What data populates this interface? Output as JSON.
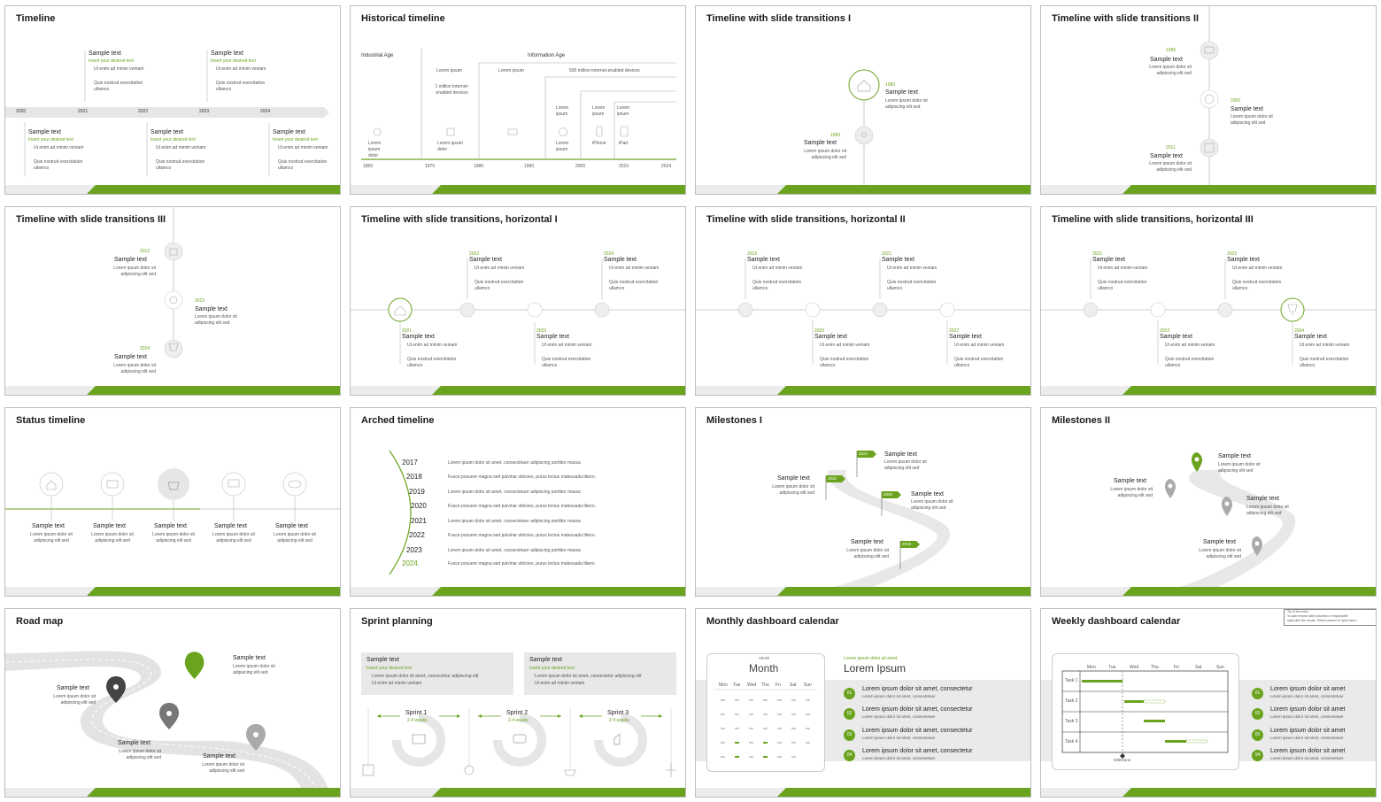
{
  "colors": {
    "accent": "#6aa31d",
    "gray": "#ececec",
    "line": "#bbbbbb"
  },
  "sample": {
    "title": "Sample text",
    "green_sub": "Insert your desired text",
    "bullet1": "Ut enim ad minim veniam",
    "bullet2": "Quis nostrud exercitation ullamco",
    "lorem_short": "Lorem ipsum dolor sit adipiscing elit sed",
    "lorem_item": "Lorem ipsum dolor sit amet, consectetur"
  },
  "slides": [
    {
      "title": "Timeline",
      "years": [
        "2020",
        "2021",
        "2022",
        "2023",
        "2024"
      ]
    },
    {
      "title": "Historical timeline",
      "ages": [
        "Industrial Age",
        "Information Age"
      ],
      "years": [
        "1850",
        "1970",
        "1980",
        "1990",
        "2000",
        "2010",
        "2024"
      ],
      "labels": [
        "Lorem ipsum",
        "1 million internet-enabled devices",
        "Lorem ipsum",
        "500 million internet-enabled devices",
        "Lorem ipsum",
        "Lorem ipsum",
        "Lorem ipsum",
        "Lorem ipsum dolor",
        "Lorem ipsum dolor",
        "Lorem ipsum",
        "iPhone",
        "iPad"
      ]
    },
    {
      "title": "Timeline with slide transitions I",
      "years": [
        "1980",
        "1990"
      ]
    },
    {
      "title": "Timeline with slide transitions II",
      "years": [
        "1995",
        "2002",
        "2011"
      ]
    },
    {
      "title": "Timeline with slide transitions III",
      "years": [
        "2012",
        "2015",
        "2024"
      ]
    },
    {
      "title": "Timeline with slide transitions, horizontal I",
      "years": [
        "2021",
        "2022",
        "2023",
        "2024"
      ]
    },
    {
      "title": "Timeline with slide transitions, horizontal II",
      "years": [
        "2019",
        "2020",
        "2021",
        "2022"
      ]
    },
    {
      "title": "Timeline with slide transitions, horizontal III",
      "years": [
        "2021",
        "2022",
        "2023",
        "2024"
      ]
    },
    {
      "title": "Status timeline"
    },
    {
      "title": "Arched timeline",
      "rows": [
        {
          "year": "2017",
          "text": "Lorem ipsum dolor sit amet, consectetuer adipiscing porttitor massa"
        },
        {
          "year": "2018",
          "text": "Fusce posuere magna sed pulvinar ultricies, purus lectus malesuada libero."
        },
        {
          "year": "2019",
          "text": "Lorem ipsum dolor sit amet, consectetuer adipiscing porttitor massa"
        },
        {
          "year": "2020",
          "text": "Fusce posuere magna sed pulvinar ultricies, purus lectus malesuada libero."
        },
        {
          "year": "2021",
          "text": "Lorem ipsum dolor sit amet, consectetuer adipiscing porttitor massa"
        },
        {
          "year": "2022",
          "text": "Fusce posuere magna sed pulvinar ultricies, purus lectus malesuada libero."
        },
        {
          "year": "2023",
          "text": "Lorem ipsum dolor sit amet, consectetuer adipiscing porttitor massa"
        },
        {
          "year": "2024",
          "text": "Fusce posuere magna sed pulvinar ultricies, purus lectus malesuada libero"
        }
      ]
    },
    {
      "title": "Milestones I",
      "flags": [
        "2024",
        "2022",
        "2020",
        "2018"
      ]
    },
    {
      "title": "Milestones II"
    },
    {
      "title": "Road map"
    },
    {
      "title": "Sprint planning",
      "sprints": [
        {
          "name": "Sprint 1",
          "weeks": "2-4 weeks"
        },
        {
          "name": "Sprint 2",
          "weeks": "2-4 weeks"
        },
        {
          "name": "Sprint 3",
          "weeks": "2-4 weeks"
        }
      ],
      "card_bullet1": "Lorem ipsum dolor sit amet, consectetur adipiscing elit",
      "card_bullet2": "Ut enim ad minim veniam"
    },
    {
      "title": "Monthly dashboard calendar",
      "year": "YEAR",
      "month": "Month",
      "days": [
        "Mon",
        "Tue",
        "Wed",
        "Thu",
        "Fri",
        "Sat",
        "Sun"
      ],
      "kicker": "Lorem ipsum dolor sit amet",
      "heading": "Lorem Ipsum",
      "items": [
        "01",
        "02",
        "03",
        "04"
      ],
      "item_sub": "Lorem ipsum dolor sit amet, consectetuer"
    },
    {
      "title": "Weekly dashboard calendar",
      "days": [
        "Mon",
        "Tue",
        "Wed",
        "Thu",
        "Fri",
        "Sat",
        "Sun"
      ],
      "tasks": [
        "Task 1",
        "Task 2",
        "Task 3",
        "Task 4"
      ],
      "milestone": "Milestone",
      "item_title": "Lorem ipsum dolor sit amet",
      "items": [
        "01",
        "02",
        "03",
        "04"
      ],
      "item_sub": "Lorem ipsum dolor sit amet, consectetuer",
      "tooltip": [
        "Tip of the menu",
        "To add remove label columns or responsible",
        "right-click the mouse. Select column to open menu"
      ]
    }
  ]
}
